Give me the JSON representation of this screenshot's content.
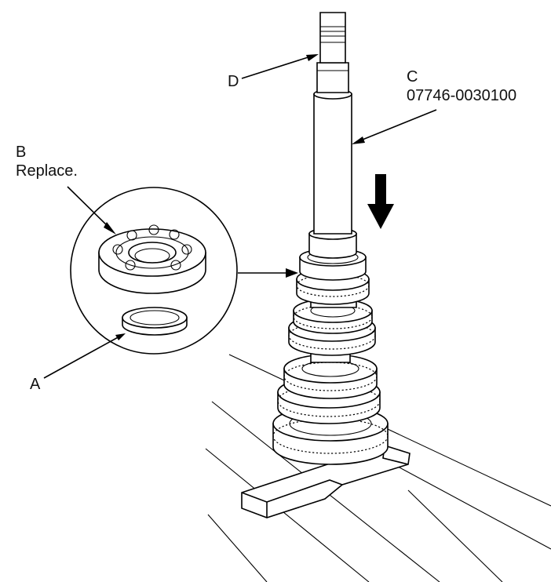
{
  "labels": {
    "a": "A",
    "b_letter": "B",
    "b_note": "Replace.",
    "c_letter": "C",
    "c_part": "07746-0030100",
    "d": "D"
  }
}
